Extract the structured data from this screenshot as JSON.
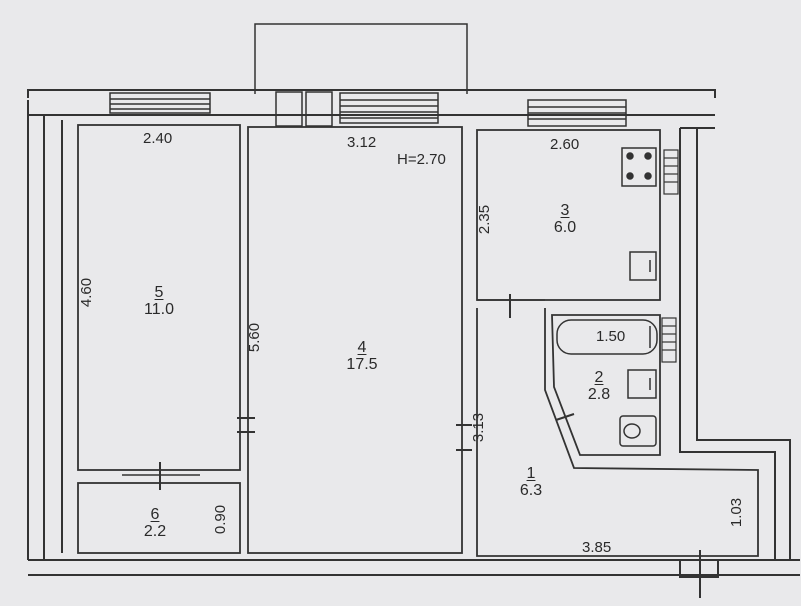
{
  "height_label": "H=2.70",
  "rooms": [
    {
      "number": "1",
      "area": "6.3"
    },
    {
      "number": "2",
      "area": "2.8"
    },
    {
      "number": "3",
      "area": "6.0"
    },
    {
      "number": "4",
      "area": "17.5"
    },
    {
      "number": "5",
      "area": "11.0"
    },
    {
      "number": "6",
      "area": "2.2"
    }
  ],
  "dimensions": {
    "room5_width": "2.40",
    "room5_length": "4.60",
    "room4_width": "3.12",
    "room4_length": "5.60",
    "room3_width": "2.60",
    "room3_length": "2.35",
    "bath_width": "1.50",
    "hall_length": "3.13",
    "hall_width": "3.85",
    "hall_depth": "1.03",
    "room6_depth": "0.90"
  },
  "icons": [
    "stove-icon",
    "sink-icon",
    "bathtub-icon",
    "toilet-icon",
    "washbasin-icon",
    "window-icon",
    "door-icon",
    "radiator-icon"
  ]
}
